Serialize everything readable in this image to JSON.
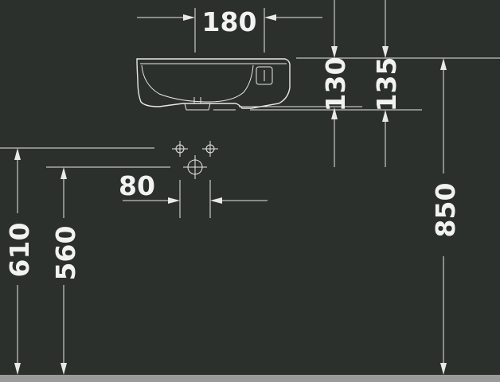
{
  "drawing": {
    "background": "#2b302d",
    "line_color": "#e8e8e8",
    "dimensions": {
      "basin_width": "180",
      "bracket_spacing": "80",
      "rim_height": "130",
      "rim_height_alt": "135",
      "overall_height": "850",
      "connection_height_upper": "610",
      "connection_height_lower": "560"
    }
  }
}
